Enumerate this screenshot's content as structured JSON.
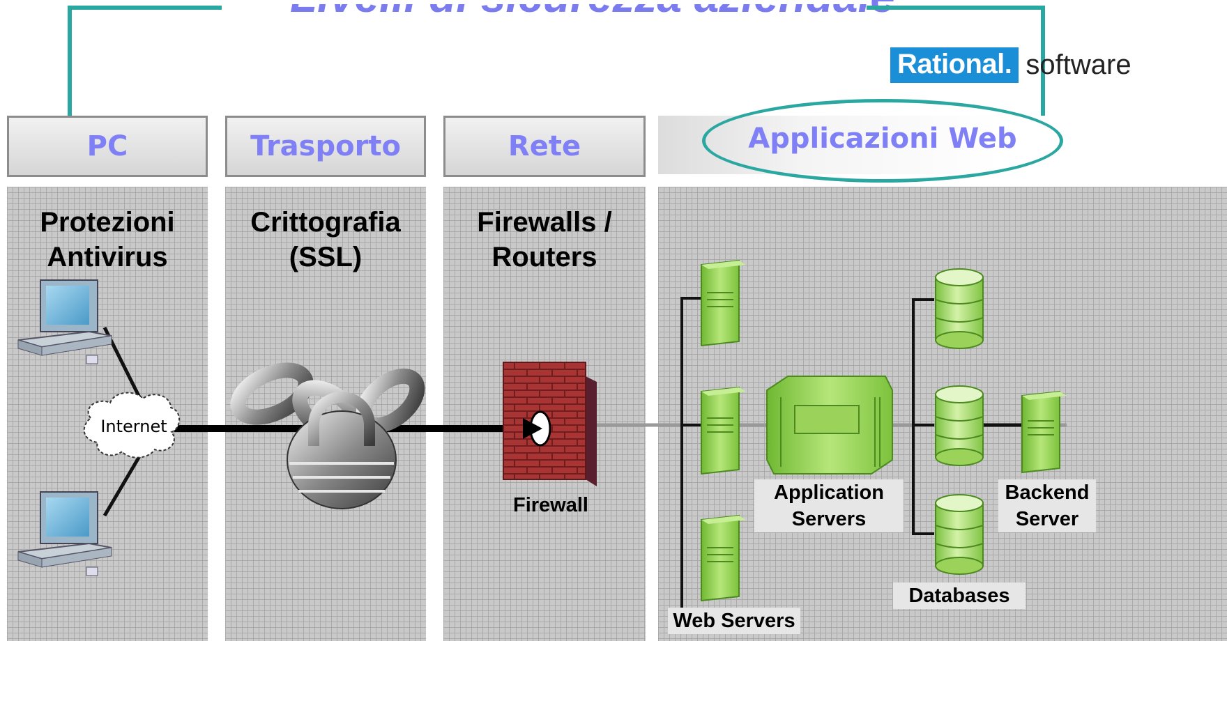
{
  "title": "Livelli di sicurezza aziendale",
  "logo": {
    "brand": "Rational",
    "dot": ".",
    "product": "software"
  },
  "tiers": [
    {
      "header": "PC",
      "title": "Protezioni\nAntivirus"
    },
    {
      "header": "Trasporto",
      "title": "Crittografia\n(SSL)"
    },
    {
      "header": "Rete",
      "title": "Firewalls /\nRouters"
    },
    {
      "header": "Applicazioni Web"
    }
  ],
  "labels": {
    "internet": "Internet",
    "firewall": "Firewall",
    "web_servers": "Web Servers",
    "app_servers": "Application\nServers",
    "databases": "Databases",
    "backend": "Backend\nServer"
  },
  "colors": {
    "accent": "#2aa7a0",
    "header_text": "#8080f6",
    "server_green": "#8fd14f",
    "firewall_red": "#a83434",
    "logo_blue": "#1a8ed6"
  },
  "icons": [
    "computer-icon",
    "cloud-icon",
    "padlock-chain-icon",
    "firewall-icon",
    "server-icon",
    "database-icon"
  ]
}
